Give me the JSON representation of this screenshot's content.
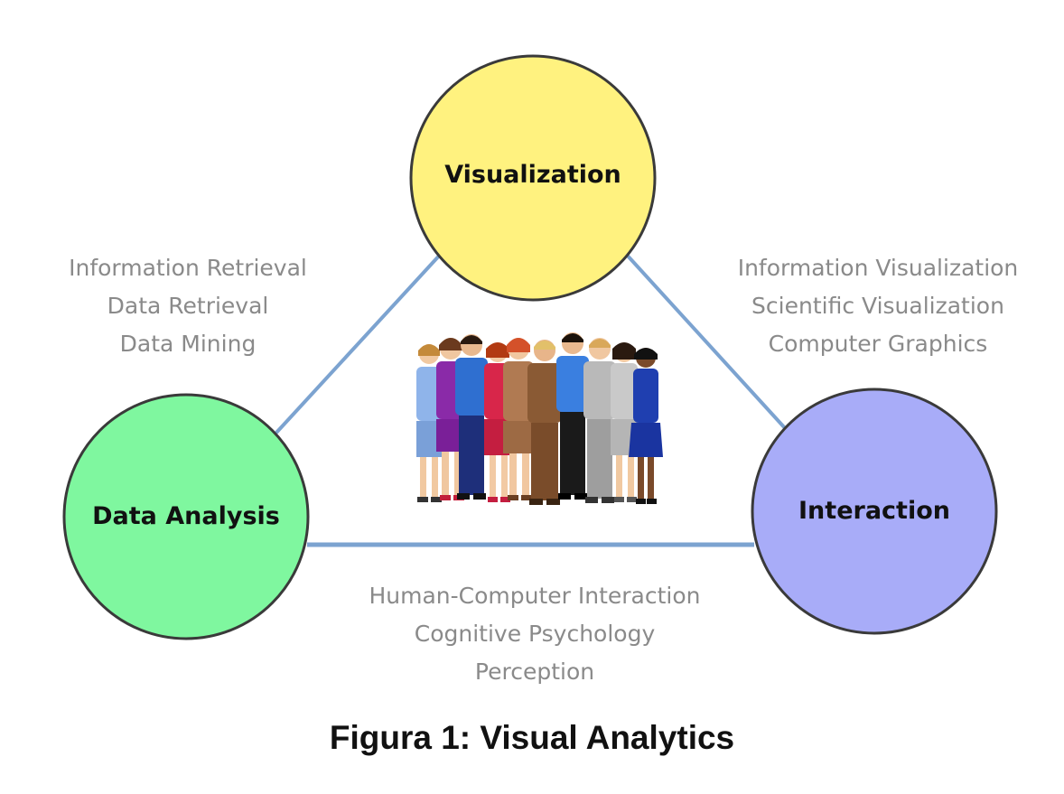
{
  "nodes": {
    "visualization": {
      "label": "Visualization",
      "color": "#fff27f"
    },
    "data_analysis": {
      "label": "Data Analysis",
      "color": "#7ff79f"
    },
    "interaction": {
      "label": "Interaction",
      "color": "#a8acf8"
    }
  },
  "edge_color": "#7ca3d0",
  "topics": {
    "left": [
      "Information Retrieval",
      "Data Retrieval",
      "Data Mining"
    ],
    "right": [
      "Information Visualization",
      "Scientific Visualization",
      "Computer Graphics"
    ],
    "bottom": [
      "Human-Computer Interaction",
      "Cognitive Psychology",
      "Perception"
    ]
  },
  "center_icon": "group-of-people-icon",
  "caption": "Figura 1: Visual Analytics"
}
